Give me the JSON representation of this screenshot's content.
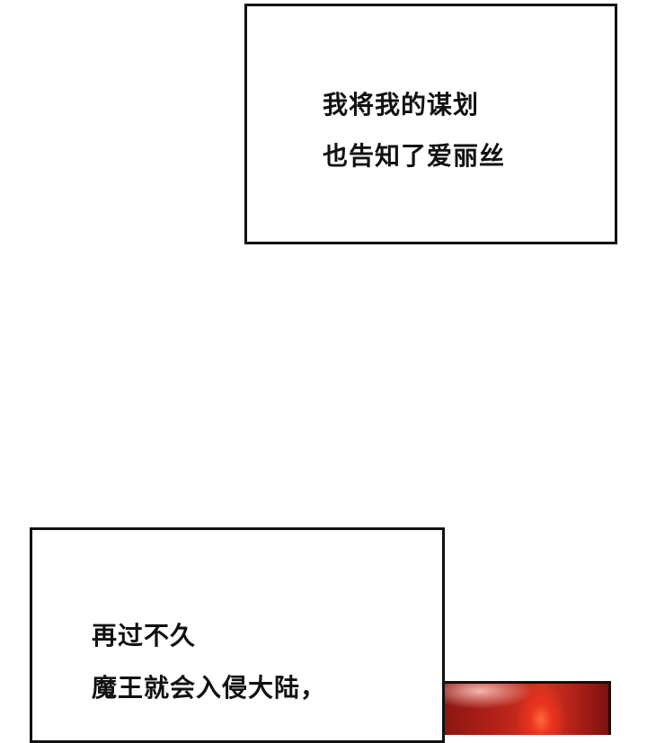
{
  "captions": {
    "top": {
      "line1": "我将我的谋划",
      "line2": "也告知了爱丽丝"
    },
    "bottom": {
      "line1": "再过不久",
      "line2": "魔王就会入侵大陆，"
    }
  },
  "colors": {
    "background": "#ffffff",
    "border": "#111111",
    "text": "#111111",
    "fire_primary": "#d8331f",
    "fire_dark": "#8c1612"
  }
}
